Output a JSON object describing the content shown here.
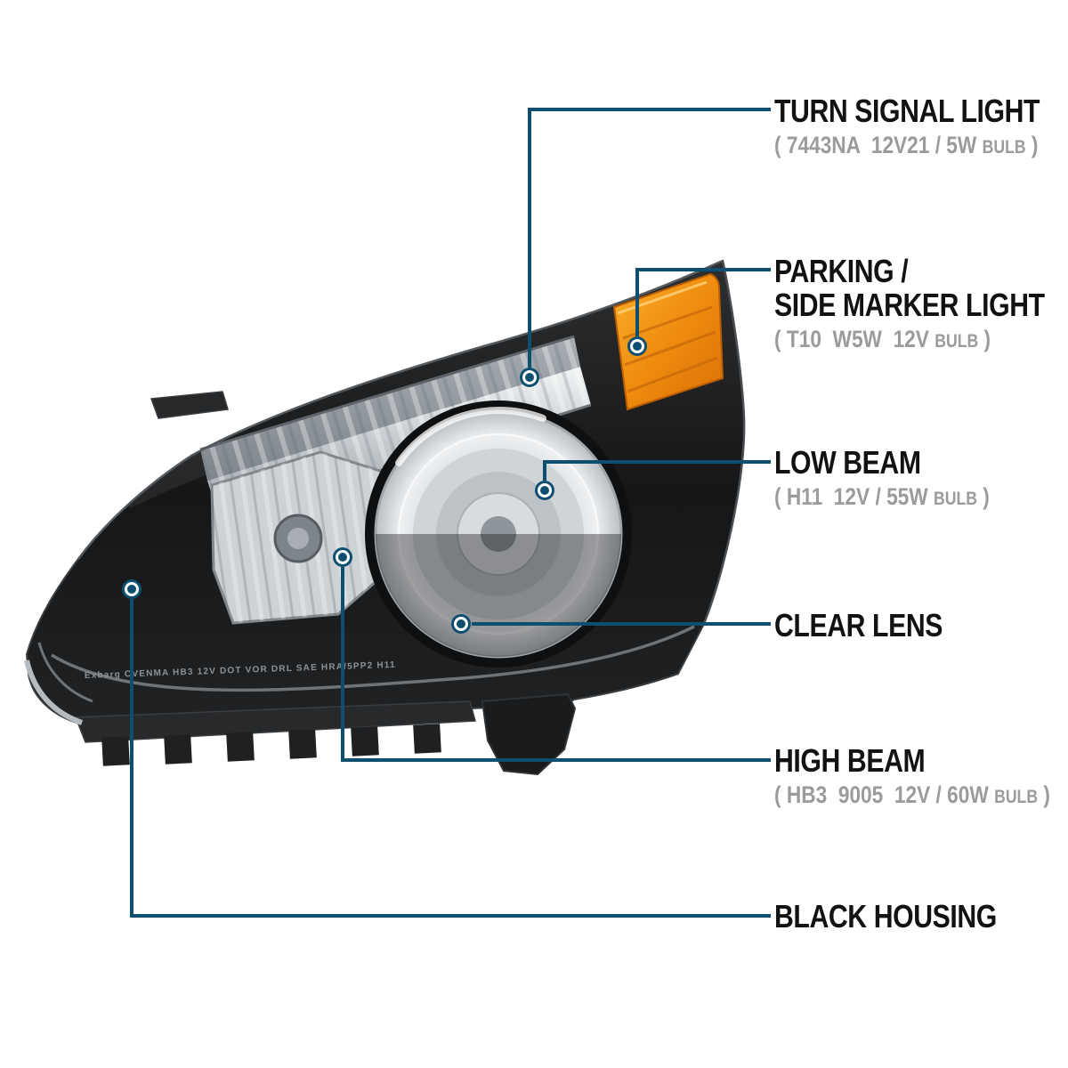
{
  "diagram": {
    "background_color": "#ffffff",
    "accent_color": "#0e4f70",
    "spec_text_color": "#9b9b9b",
    "amber_color": "#ef8c0f",
    "labels": {
      "turn_signal": {
        "title": "TURN SIGNAL LIGHT",
        "spec": "( 7443NA  12V21 / 5W ",
        "bulb": "BULB",
        "close": " )"
      },
      "parking": {
        "title_line1": "PARKING /",
        "title_line2": "SIDE MARKER LIGHT",
        "spec": "( T10  W5W  12V ",
        "bulb": "BULB",
        "close": " )"
      },
      "low_beam": {
        "title": "LOW BEAM",
        "spec": "( H11  12V / 55W ",
        "bulb": "BULB",
        "close": " )"
      },
      "clear_lens": {
        "title": "CLEAR LENS"
      },
      "high_beam": {
        "title": "HIGH BEAM",
        "spec": "( HB3  9005  12V / 60W ",
        "bulb": "BULB",
        "close": " )"
      },
      "black_housing": {
        "title": "BLACK HOUSING"
      }
    },
    "headlight": {
      "marking": "Exbarg  CVENMA  HB3 12V DOT VOR DRL SAE HRA/5PP2 H11"
    }
  }
}
